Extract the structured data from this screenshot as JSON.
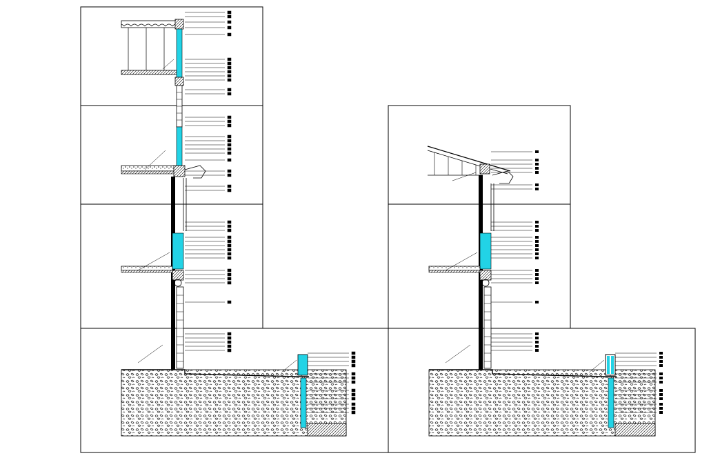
{
  "drawing": {
    "kind": "wall-section-details",
    "colors": {
      "line": "#000000",
      "glazing": "#22d3e6",
      "glazing_dark": "#0aa7c0",
      "background": "#ffffff",
      "gravel": "#333333"
    },
    "panels": [
      {
        "id": "left-top",
        "content": "roof-eave-with-tiles"
      },
      {
        "id": "left-upper-mid",
        "content": "floor-slab-with-gutter"
      },
      {
        "id": "left-lower-mid",
        "content": "floor-slab"
      },
      {
        "id": "left-bottom",
        "content": "foundation-with-gravel"
      },
      {
        "id": "right-top",
        "content": "sloped-roof-eave-with-gutter"
      },
      {
        "id": "right-mid",
        "content": "floor-slab"
      },
      {
        "id": "right-bottom",
        "content": "foundation-with-gravel"
      }
    ]
  }
}
